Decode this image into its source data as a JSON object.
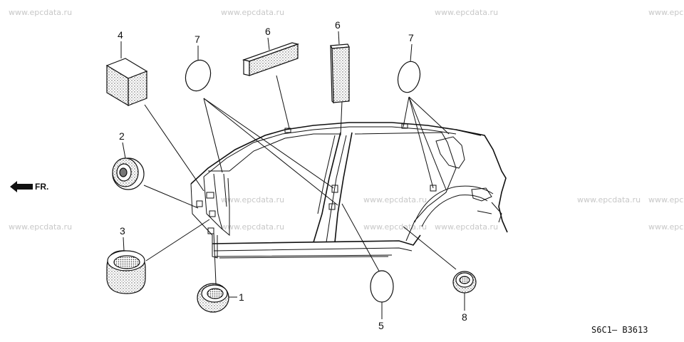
{
  "watermarks": [
    "www.epcdata.ru",
    "www.epcdata.ru",
    "www.epcdata.ru",
    "www.epc",
    "www.epcdata.ru",
    "www.epcdata.ru",
    "www.epcdata.ru",
    "www.epc",
    "www.epcdata.ru",
    "www.epcdata.ru",
    "www.epcdata.ru",
    "www.epcdata.ru",
    "www.epc"
  ],
  "direction_label": "FR.",
  "diagram_code": "S6C1— B3613",
  "callouts": {
    "grommet_1": "1",
    "grommet_2": "2",
    "seal_ring_3": "3",
    "block_4": "4",
    "disc_5": "5",
    "pad_6a": "6",
    "pad_6b": "6",
    "disc_7a": "7",
    "disc_7b": "7",
    "grommet_8": "8"
  }
}
